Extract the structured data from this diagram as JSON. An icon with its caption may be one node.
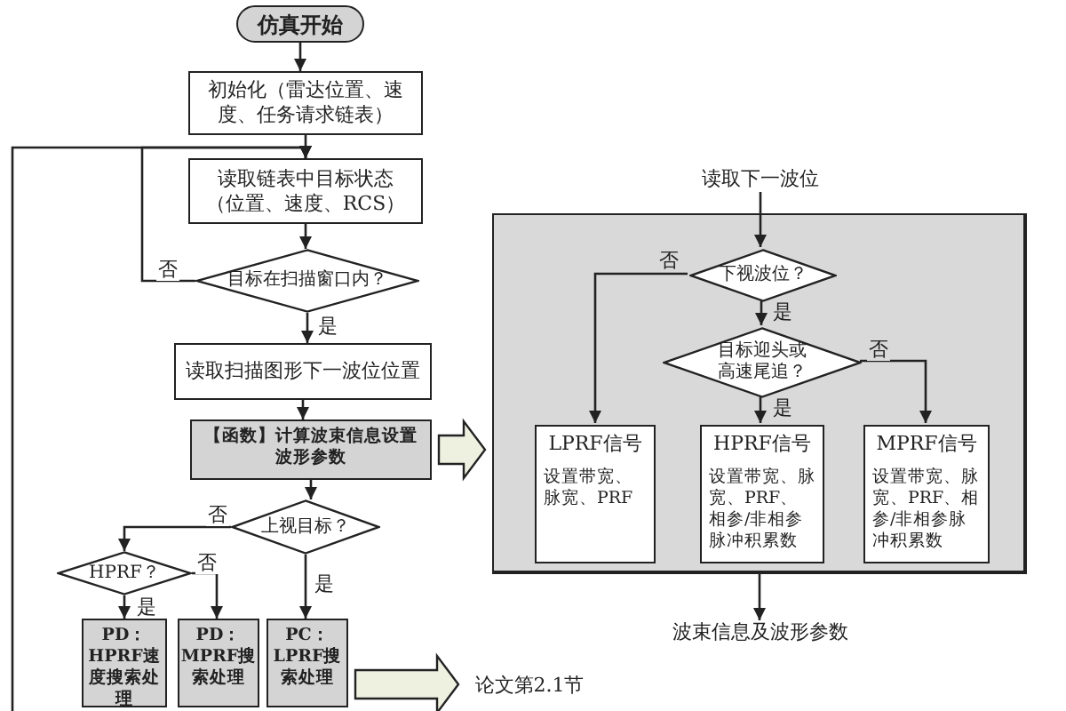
{
  "diagram": {
    "nodes": [
      {
        "text": [
          "仿真开始"
        ]
      },
      {
        "text": [
          "初始化（雷达位置、速度、任务请求链表）"
        ]
      },
      {
        "text": [
          "读取链表中目标状态（位置、速度、RCS）"
        ]
      },
      {
        "text": [
          "目标在扫描窗口内？"
        ]
      },
      {
        "text": [
          "读取扫描图形下一波位位置"
        ]
      },
      {
        "text": [
          "【函数】计算波束信息设置波形参数"
        ]
      },
      {
        "text": [
          "上视目标？"
        ]
      },
      {
        "text": [
          "HPRF？"
        ]
      },
      {
        "text": [
          "PD：HPRF速度搜索处理"
        ]
      },
      {
        "text": [
          "PD：MPRF搜索处理"
        ]
      },
      {
        "text": [
          "PC：LPRF搜索处理"
        ]
      },
      {
        "text": [
          "论文第2.1节"
        ]
      },
      {
        "text": [],
        "shape": "box"
      },
      {
        "text": [
          "读取下一波位"
        ]
      },
      {
        "text": [
          "下视波位？"
        ],
        "in": 12
      },
      {
        "text": [
          "目标迎头或高速尾追？"
        ],
        "in": 12
      },
      {
        "text": [
          "LPRF信号",
          "设置带宽、脉宽、PRF"
        ],
        "in": 12
      },
      {
        "text": [
          "HPRF信号",
          "设置带宽、脉宽、PRF、相参/非相参脉冲积累数"
        ],
        "in": 12
      },
      {
        "text": [
          "MPRF信号",
          "设置带宽、脉宽、PRF、相参/非相参脉冲积累数"
        ],
        "in": 12
      },
      {
        "text": [
          "波束信息及波形参数"
        ]
      }
    ],
    "edges": [
      {
        "from": 0,
        "to": 1,
        "arrow": "to"
      },
      {
        "from": 1,
        "to": 2,
        "arrow": "to"
      },
      {
        "from": 2,
        "to": 3,
        "arrow": "to"
      },
      {
        "from": 3,
        "to": 2,
        "arrow": "to",
        "label": "否"
      },
      {
        "from": 3,
        "to": 4,
        "arrow": "to",
        "label": "是"
      },
      {
        "from": 4,
        "to": 5,
        "arrow": "to"
      },
      {
        "from": 5,
        "to": 6,
        "arrow": "to"
      },
      {
        "from": 6,
        "to": 7,
        "arrow": "to",
        "label": "否"
      },
      {
        "from": 7,
        "to": 8,
        "arrow": "to",
        "label": "是"
      },
      {
        "from": 7,
        "to": 9,
        "arrow": "to",
        "label": "否"
      },
      {
        "from": 6,
        "to": 10,
        "arrow": "to",
        "label": "是"
      },
      {
        "from": null,
        "to": 2,
        "arrow": "to"
      },
      {
        "from": 5,
        "to": 12,
        "arrow": "to",
        "style": "thick"
      },
      {
        "from": 10,
        "to": 11,
        "arrow": "to",
        "style": "thick"
      },
      {
        "from": 13,
        "to": 14,
        "arrow": "to"
      },
      {
        "from": 14,
        "to": 16,
        "arrow": "to",
        "label": "否"
      },
      {
        "from": 14,
        "to": 15,
        "arrow": "to",
        "label": "是"
      },
      {
        "from": 15,
        "to": 17,
        "arrow": "to",
        "label": "是"
      },
      {
        "from": 15,
        "to": 18,
        "arrow": "to",
        "label": "否"
      },
      {
        "from": 12,
        "to": 19,
        "arrow": "to"
      }
    ]
  }
}
